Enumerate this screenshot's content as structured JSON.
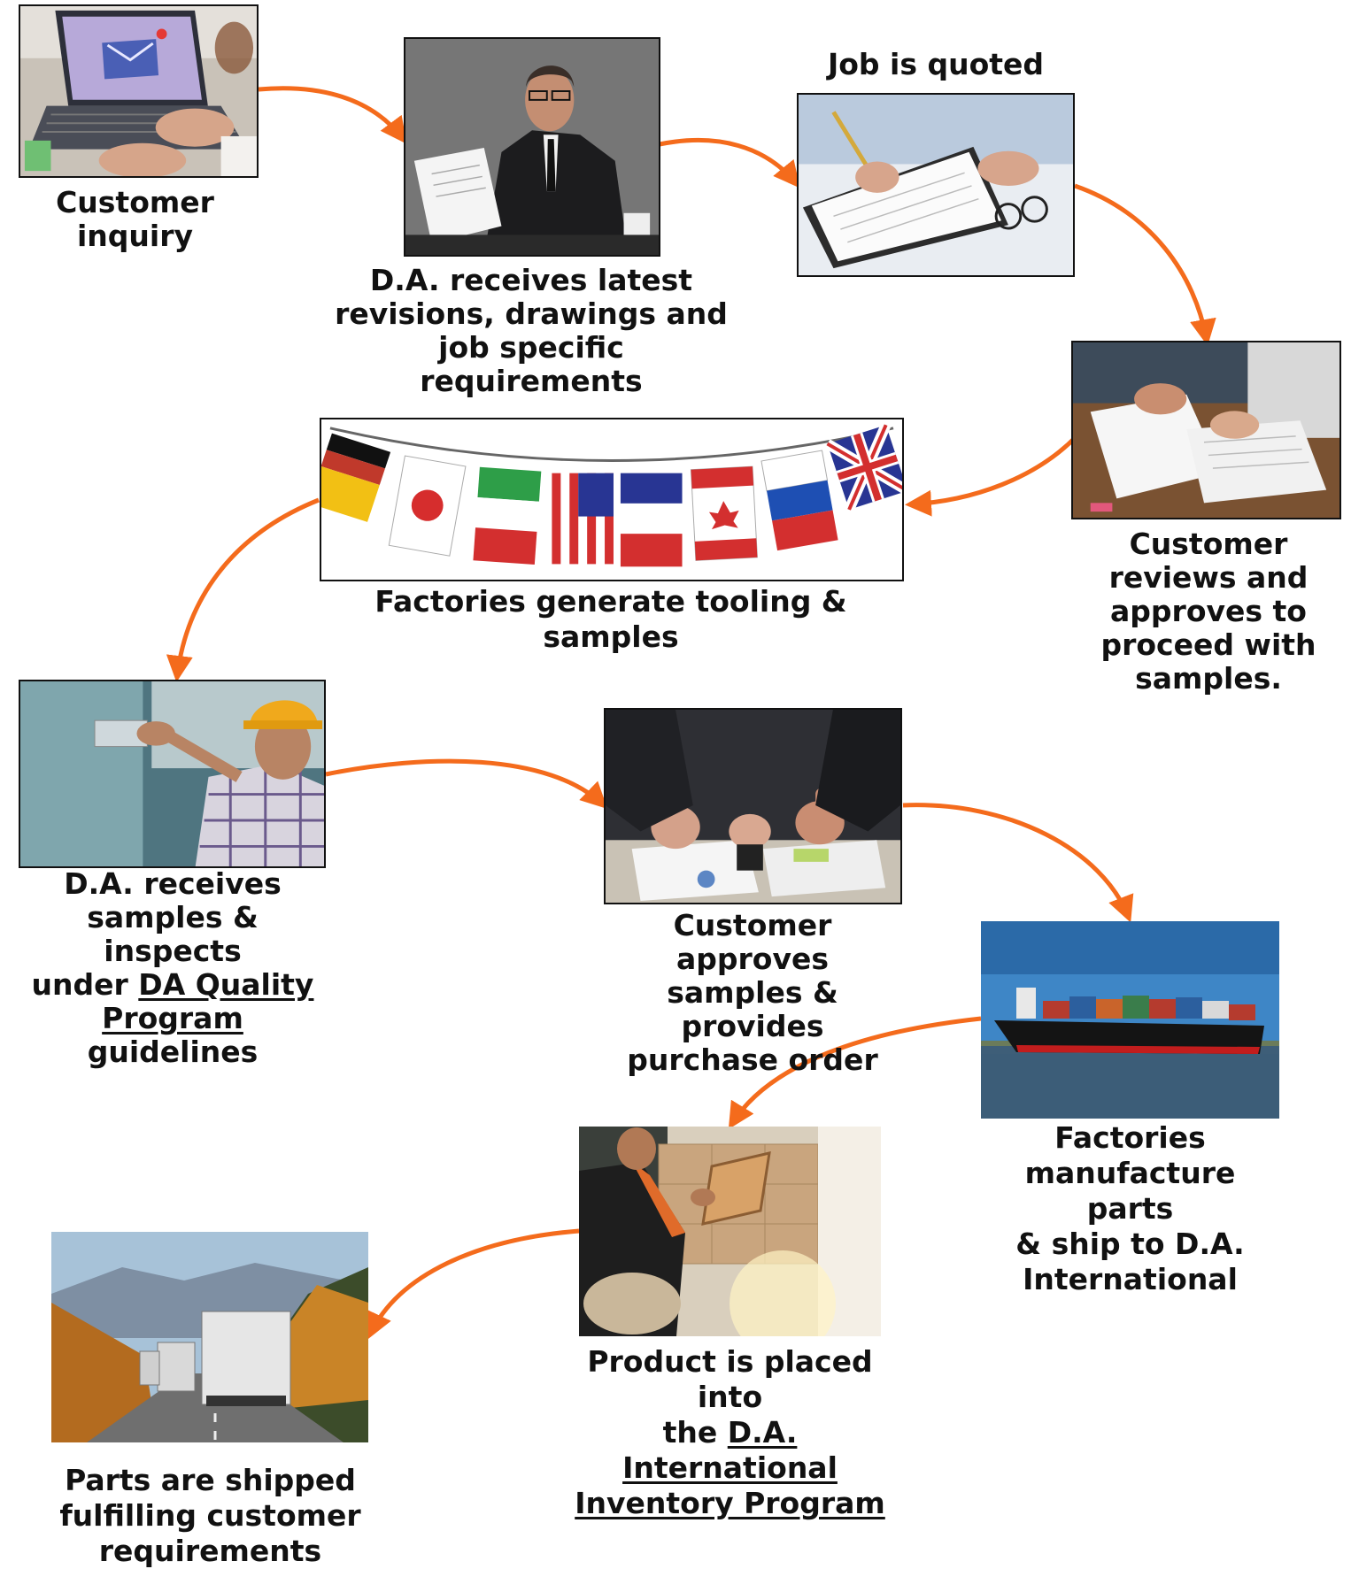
{
  "colors": {
    "arrow": "#f46b1c",
    "text": "#111111",
    "border": "#111111"
  },
  "steps": [
    {
      "caption": "Customer inquiry",
      "image": "laptop-email-image"
    },
    {
      "caption_lines": [
        "D.A. receives latest",
        "revisions, drawings and",
        "job specific requirements"
      ],
      "image": "businessman-reading-image"
    },
    {
      "caption": "Job is quoted",
      "image": "signing-document-image"
    },
    {
      "caption_lines": [
        "Customer",
        "reviews and",
        "approves to",
        "proceed with",
        "samples."
      ],
      "image": "document-review-image"
    },
    {
      "caption_lines": [
        "Factories generate tooling &",
        "samples"
      ],
      "image": "international-flags-image"
    },
    {
      "caption_lines": [
        "D.A. receives",
        "samples & inspects"
      ],
      "caption_pre": "under ",
      "caption_link_1": "DA Quality",
      "caption_link_2": "Program ",
      "caption_post": "guidelines",
      "image": "inspector-with-part-image"
    },
    {
      "caption_lines": [
        "Customer approves",
        "samples & provides",
        "purchase order"
      ],
      "image": "thumbs-up-stamp-image"
    },
    {
      "caption_lines": [
        "Factories",
        "manufacture parts",
        "& ship to D.A.",
        "International"
      ],
      "image": "container-ship-image"
    },
    {
      "caption_lines": [
        "Product is placed into"
      ],
      "caption_pre": "the ",
      "caption_link_1": "D.A. International",
      "caption_link_2": "Inventory Program",
      "image": "warehouse-worker-image"
    },
    {
      "caption_lines": [
        "Parts are shipped",
        "fulfilling customer",
        "requirements"
      ],
      "image": "trucks-on-highway-image"
    }
  ]
}
